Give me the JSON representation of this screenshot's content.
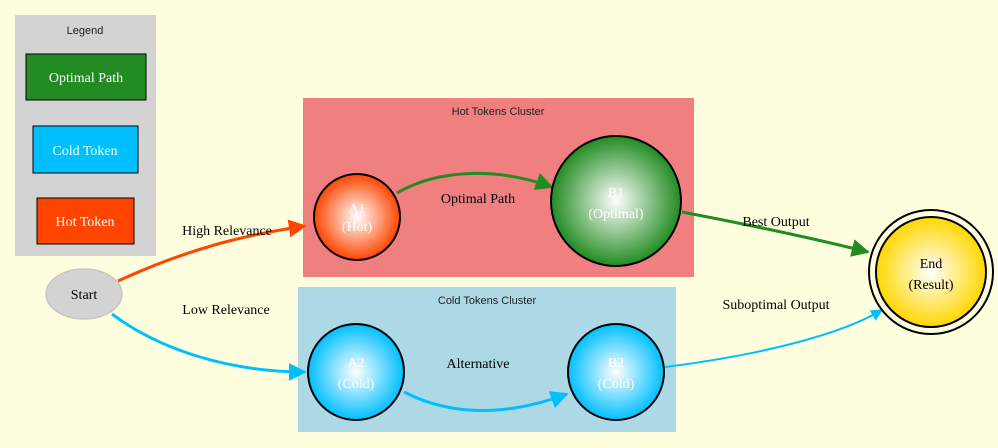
{
  "colors": {
    "background": "#ffffe0",
    "legend_bg": "#d3d3d3",
    "hot_cluster_bg": "#f08080",
    "cold_cluster_bg": "#add8e6",
    "hot": "#ff4500",
    "cold": "#00bfff",
    "optimal": "#228b22",
    "end": "#ffd700",
    "start": "#d3d3d3"
  },
  "legend": {
    "title": "Legend",
    "items": [
      {
        "label": "Optimal Path",
        "color": "#228b22"
      },
      {
        "label": "Cold Token",
        "color": "#00bfff"
      },
      {
        "label": "Hot Token",
        "color": "#ff4500"
      }
    ]
  },
  "clusters": {
    "hot": {
      "label": "Hot Tokens Cluster"
    },
    "cold": {
      "label": "Cold Tokens Cluster"
    }
  },
  "nodes": {
    "start": {
      "label": "Start"
    },
    "a1": {
      "line1": "A1",
      "line2": "(Hot)"
    },
    "b1": {
      "line1": "B1",
      "line2": "(Optimal)"
    },
    "a2": {
      "line1": "A2",
      "line2": "(Cold)"
    },
    "b2": {
      "line1": "B2",
      "line2": "(Cold)"
    },
    "end": {
      "line1": "End",
      "line2": "(Result)"
    }
  },
  "edges": {
    "start_a1": "High Relevance",
    "start_a2": "Low Relevance",
    "a1_b1": "Optimal Path",
    "a2_b2": "Alternative",
    "b1_end": "Best Output",
    "b2_end": "Suboptimal Output"
  }
}
